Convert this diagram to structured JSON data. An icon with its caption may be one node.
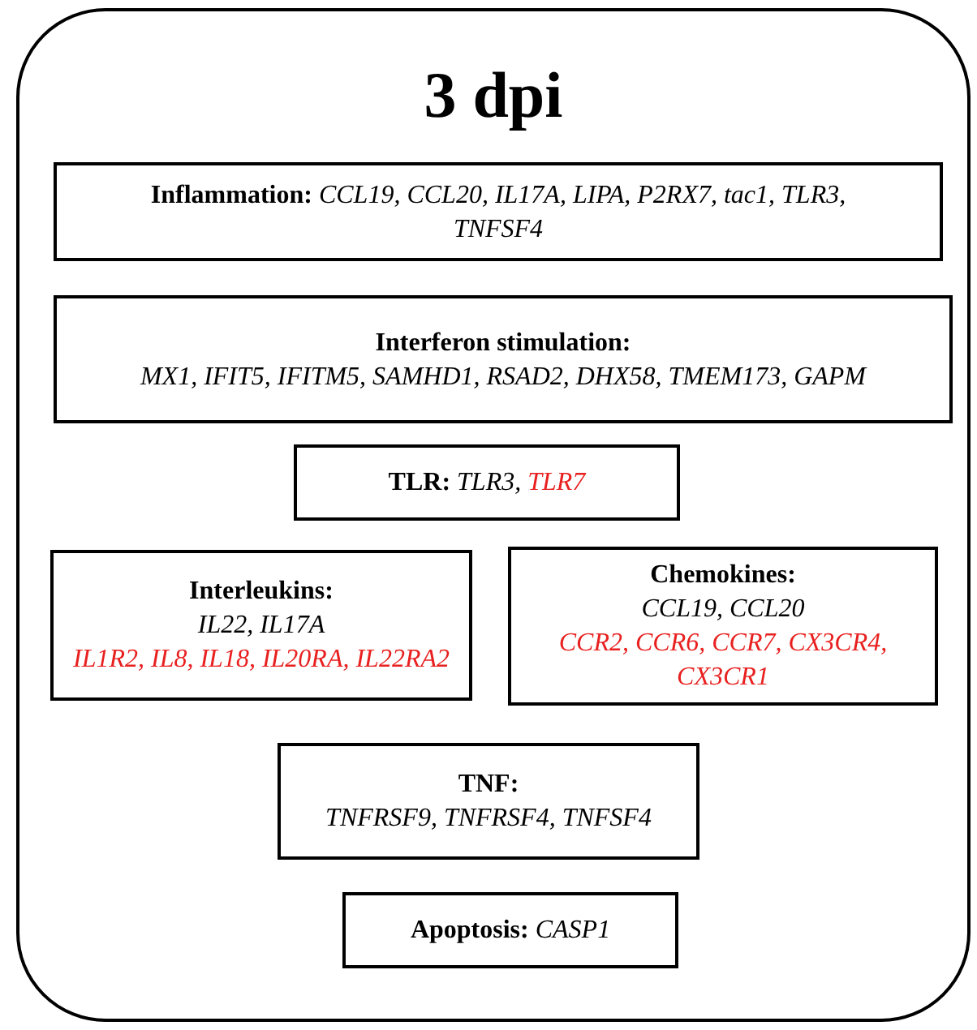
{
  "diagram": {
    "nodes": [
      {
        "text": [
          "3 dpi"
        ]
      },
      {
        "text": [
          "Inflammation:",
          "CCL19, CCL20, IL17A, LIPA, P2RX7, tac1, TLR3, TNFSF4"
        ],
        "in": 0
      },
      {
        "text": [
          "Interferon stimulation:",
          "MX1, IFIT5, IFITM5, SAMHD1, RSAD2, DHX58, TMEM173, GAPM"
        ],
        "in": 0
      },
      {
        "text": [
          "TLR:",
          "TLR3,",
          "TLR7"
        ],
        "in": 0
      },
      {
        "text": [
          "Interleukins:",
          "IL22, IL17A",
          "IL1R2, IL8, IL18, IL20RA, IL22RA2"
        ],
        "in": 0
      },
      {
        "text": [
          "Chemokines:",
          "CCL19, CCL20",
          "CCR2, CCR6, CCR7, CX3CR4, CX3CR1"
        ],
        "in": 0
      },
      {
        "text": [
          "TNF:",
          "TNFRSF9, TNFRSF4, TNFSF4"
        ],
        "in": 0
      },
      {
        "text": [
          "Apoptosis:",
          "CASP1"
        ],
        "in": 0
      }
    ],
    "edges": []
  }
}
